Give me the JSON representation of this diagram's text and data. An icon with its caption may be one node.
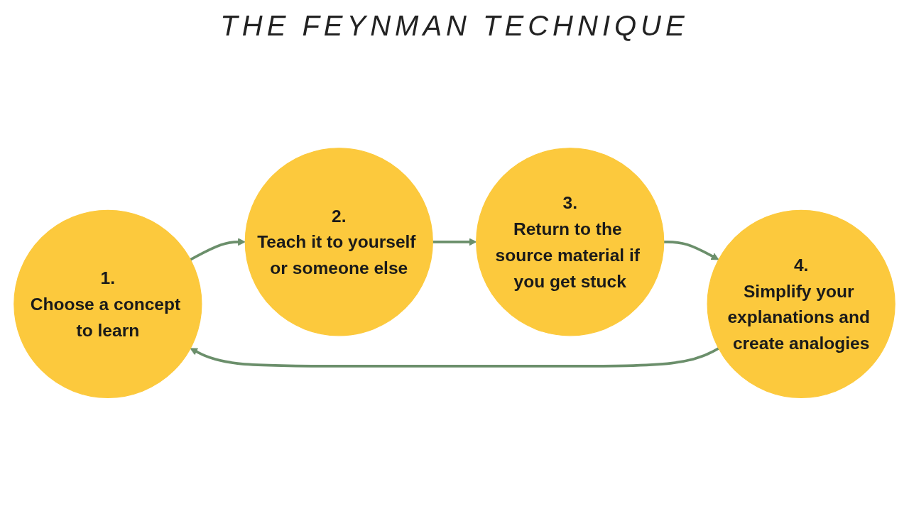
{
  "diagram": {
    "title": "THE FEYNMAN TECHNIQUE",
    "nodes": [
      {
        "text": [
          "1.",
          "Choose a concept to learn"
        ]
      },
      {
        "text": [
          "2.",
          "Teach it to yourself or someone else"
        ]
      },
      {
        "text": [
          "3.",
          "Return to the source material if you get stuck"
        ]
      },
      {
        "text": [
          "4.",
          "Simplify your explanations and create analogies"
        ]
      }
    ],
    "edges": [
      {
        "from": 0,
        "to": 1,
        "arrow": "to"
      },
      {
        "from": 1,
        "to": 2,
        "arrow": "to"
      },
      {
        "from": 2,
        "to": 3,
        "arrow": "to"
      },
      {
        "from": 3,
        "to": 0,
        "arrow": "to"
      }
    ]
  }
}
